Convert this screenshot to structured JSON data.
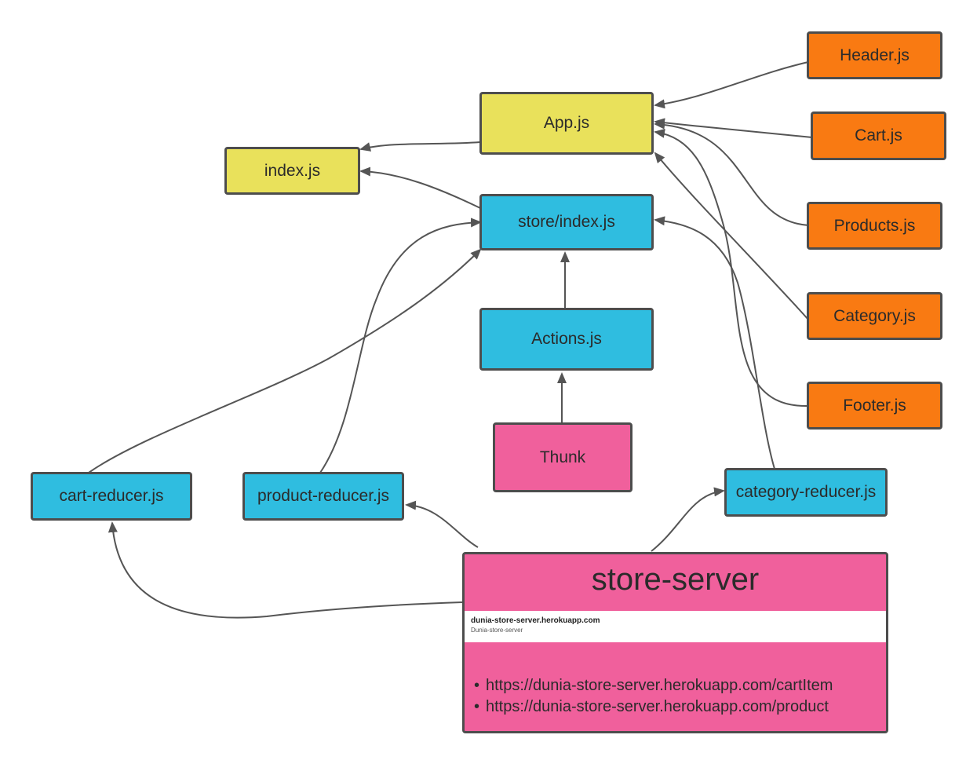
{
  "nodes": {
    "app": "App.js",
    "index": "index.js",
    "store_index": "store/index.js",
    "actions": "Actions.js",
    "thunk": "Thunk",
    "header": "Header.js",
    "cart": "Cart.js",
    "products": "Products.js",
    "category": "Category.js",
    "footer": "Footer.js",
    "cart_reducer": "cart-reducer.js",
    "product_reducer": "product-reducer.js",
    "category_reducer": "category-reducer.js"
  },
  "server": {
    "title": "store-server",
    "card_host": "dunia-store-server.herokuapp.com",
    "card_subtitle": "Dunia-store-server",
    "links": [
      "https://dunia-store-server.herokuapp.com/cartItem",
      "https://dunia-store-server.herokuapp.com/product"
    ]
  },
  "colors": {
    "yellow": "#e9e15b",
    "blue": "#2fbde0",
    "orange": "#f97a12",
    "pink": "#f0609c",
    "border": "#4d4d4d",
    "edge": "#555555"
  }
}
